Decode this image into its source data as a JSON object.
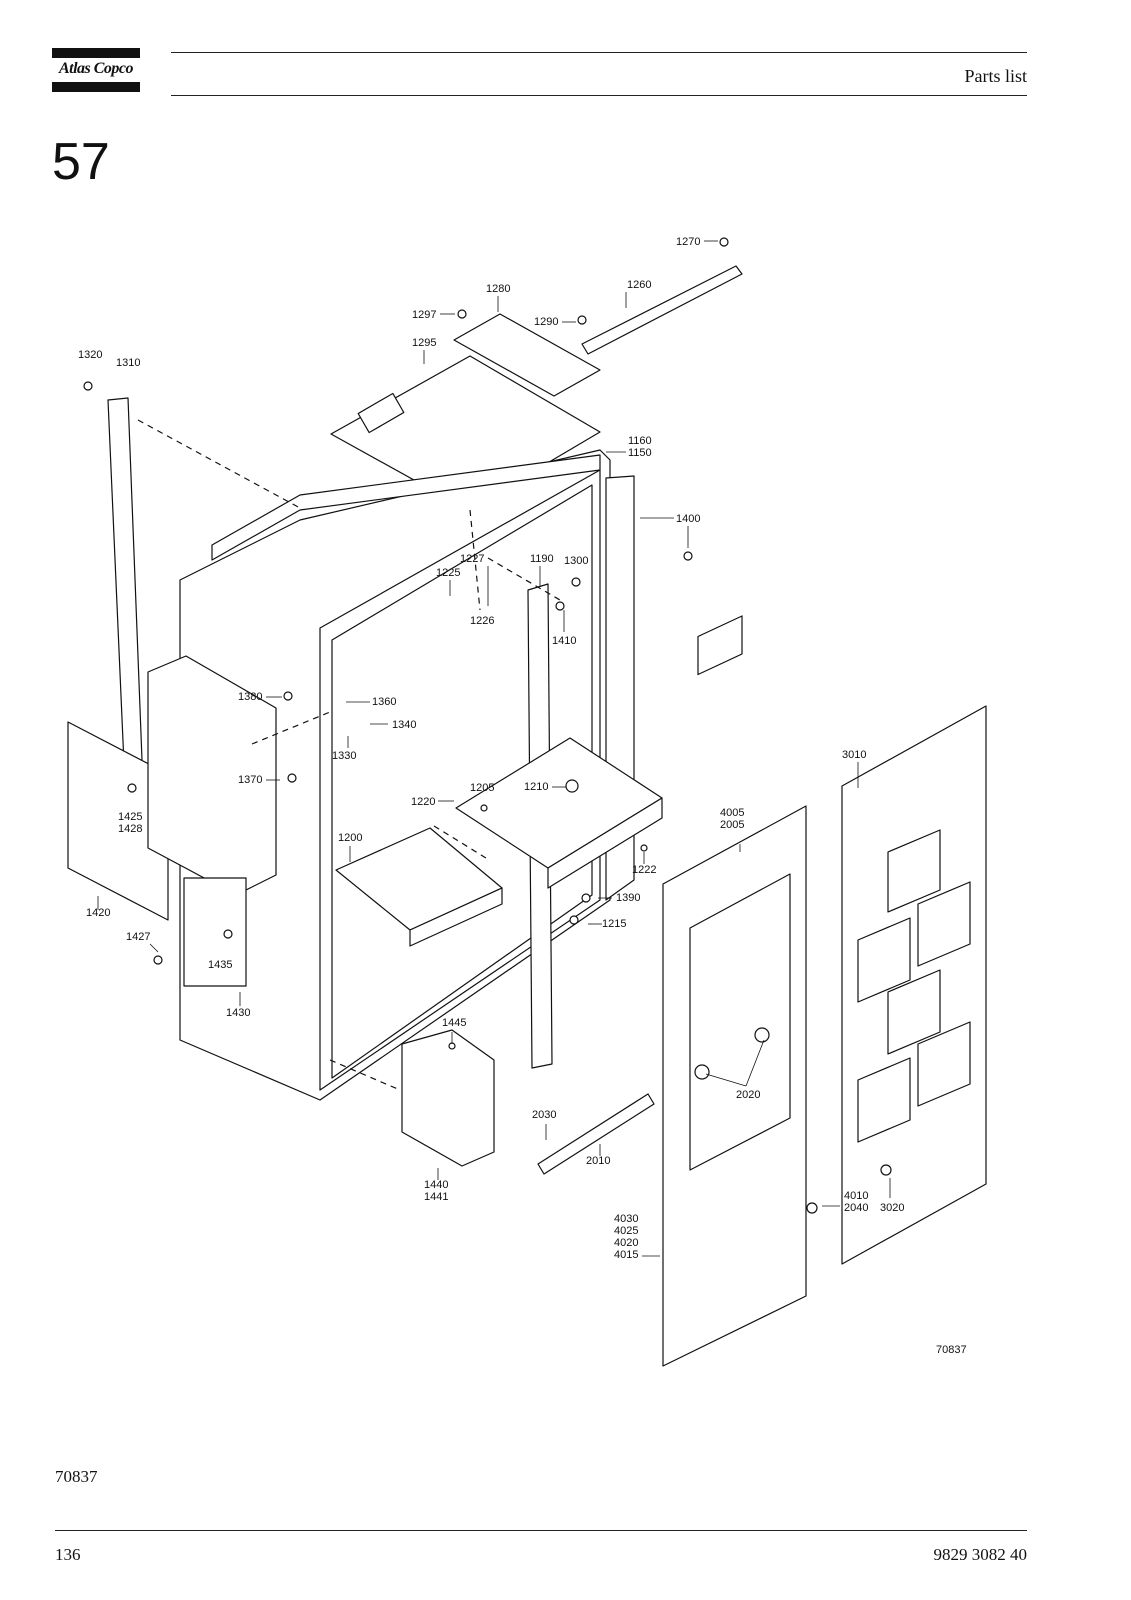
{
  "header": {
    "brand": "Atlas Copco",
    "title": "Parts list"
  },
  "section_number": "57",
  "figure": {
    "reference": "70837",
    "callouts": {
      "c1270": "1270",
      "c1260": "1260",
      "c1280": "1280",
      "c1297": "1297",
      "c1290": "1290",
      "c1295": "1295",
      "c1320": "1320",
      "c1310": "1310",
      "c1160": "1160",
      "c1150": "1150",
      "c1400": "1400",
      "c1227": "1227",
      "c1225": "1225",
      "c1190": "1190",
      "c1300": "1300",
      "c1226": "1226",
      "c1410": "1410",
      "c1380": "1380",
      "c1360": "1360",
      "c1340": "1340",
      "c1330": "1330",
      "c1370": "1370",
      "c1425": "1425",
      "c1428": "1428",
      "c1205": "1205",
      "c1210": "1210",
      "c1220": "1220",
      "c3010": "3010",
      "c4005": "4005",
      "c2005": "2005",
      "c1200": "1200",
      "c1222": "1222",
      "c1390": "1390",
      "c1420": "1420",
      "c1215": "1215",
      "c1427": "1427",
      "c1435": "1435",
      "c1430": "1430",
      "c1445": "1445",
      "c2020": "2020",
      "c2030": "2030",
      "c2010": "2010",
      "c1440": "1440",
      "c1441": "1441",
      "c4010": "4010",
      "c2040": "2040",
      "c3020": "3020",
      "c4030": "4030",
      "c4025": "4025",
      "c4020": "4020",
      "c4015": "4015"
    }
  },
  "footer": {
    "page_number": "136",
    "document_number": "9829 3082 40",
    "bottom_reference": "70837"
  }
}
